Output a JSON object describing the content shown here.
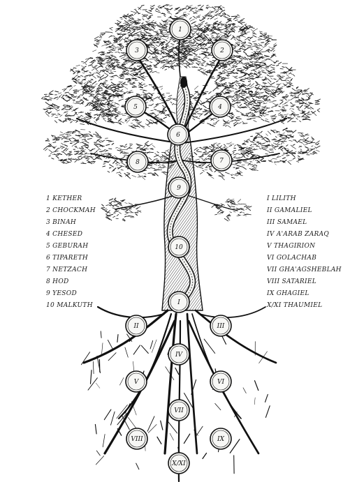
{
  "upper_sephiroth": [
    {
      "label": "1"
    },
    {
      "label": "2"
    },
    {
      "label": "3"
    },
    {
      "label": "4"
    },
    {
      "label": "5"
    },
    {
      "label": "6"
    },
    {
      "label": "7"
    },
    {
      "label": "8"
    },
    {
      "label": "9"
    },
    {
      "label": "10"
    }
  ],
  "lower_qliphoth": [
    {
      "label": "I"
    },
    {
      "label": "II"
    },
    {
      "label": "III"
    },
    {
      "label": "IV"
    },
    {
      "label": "V"
    },
    {
      "label": "VI"
    },
    {
      "label": "VII"
    },
    {
      "label": "VIII"
    },
    {
      "label": "IX"
    },
    {
      "label": "X/XI"
    }
  ],
  "legend_left": [
    "1 KETHER",
    "2 CHOCKMAH",
    "3 BINAH",
    "4 CHESED",
    "5 GEBURAH",
    "6 TIPARETH",
    "7 NETZACH",
    "8 HOD",
    "9 YESOD",
    "10 MALKUTH"
  ],
  "legend_right": [
    "I LILITH",
    "II GAMALIEL",
    "III SAMAEL",
    "IV A'ARAB ZARAQ",
    "V THAGIRION",
    "VI GOLACHAB",
    "VII GHA'AGSHEBLAH",
    "VIII SATARIEL",
    "IX GHAGIEL",
    "X/XI THAUMIEL"
  ],
  "colors": {
    "ink": "#111111",
    "paper": "#ffffff",
    "node_fill": "#f7f7f5"
  }
}
